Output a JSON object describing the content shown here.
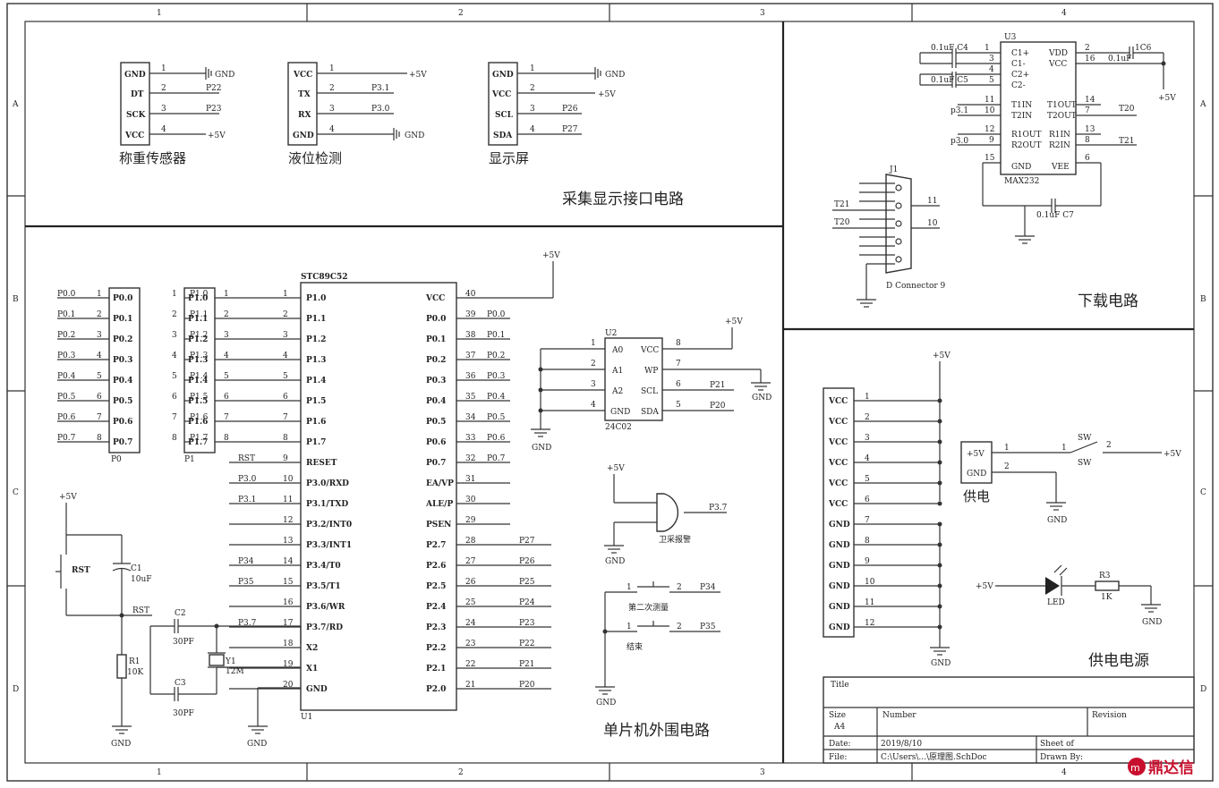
{
  "frame": {
    "columns": [
      "1",
      "2",
      "3",
      "4"
    ],
    "rows": [
      "A",
      "B",
      "C",
      "D"
    ]
  },
  "sections": {
    "interface": "采集显示接口电路",
    "download": "下载电路",
    "mcu": "单片机外围电路",
    "power": "供电电源"
  },
  "headers": [
    {
      "caption": "称重传感器",
      "pins": [
        "GND",
        "DT",
        "SCK",
        "VCC"
      ],
      "nets": [
        "GND",
        "P22",
        "P23",
        "+5V"
      ]
    },
    {
      "caption": "液位检测",
      "pins": [
        "VCC",
        "TX",
        "RX",
        "GND"
      ],
      "nets": [
        "+5V",
        "P3.1",
        "P3.0",
        "GND"
      ]
    },
    {
      "caption": "显示屏",
      "pins": [
        "GND",
        "VCC",
        "SCL",
        "SDA"
      ],
      "nets": [
        "GND",
        "+5V",
        "P26",
        "P27"
      ]
    }
  ],
  "max232": {
    "ref": "U3",
    "part": "MAX232",
    "left": [
      "C1+",
      "C1-",
      "C2+",
      "C2-",
      "T1IN",
      "T2IN",
      "R1OUT",
      "R2OUT",
      "GND"
    ],
    "left_nums": [
      "1",
      "3",
      "4",
      "5",
      "11",
      "10",
      "12",
      "9",
      "15"
    ],
    "right": [
      "VDD",
      "VCC",
      "T1OUT",
      "T2OUT",
      "R1IN",
      "R2IN",
      "VEE"
    ],
    "right_nums": [
      "2",
      "16",
      "14",
      "7",
      "13",
      "8",
      "6"
    ],
    "caps": [
      "0.1uF C4",
      "0.1uF C5",
      "1C6",
      "0.1uF",
      "0.1uF C7"
    ],
    "nets": [
      "p3.1",
      "p3.0",
      "T20",
      "T21",
      "+5V"
    ]
  },
  "db9": {
    "ref": "J1",
    "name": "D Connector 9",
    "pins": [
      "11",
      "10"
    ],
    "nets": [
      "T21",
      "T20"
    ]
  },
  "p0": {
    "ref": "P0",
    "pins": [
      "P0.0",
      "P0.1",
      "P0.2",
      "P0.3",
      "P0.4",
      "P0.5",
      "P0.6",
      "P0.7"
    ],
    "nums": [
      "1",
      "2",
      "3",
      "4",
      "5",
      "6",
      "7",
      "8"
    ]
  },
  "p1": {
    "ref": "P1",
    "pins": [
      "P1.0",
      "P1.1",
      "P1.2",
      "P1.3",
      "P1.4",
      "P1.5",
      "P1.6",
      "P1.7"
    ],
    "nums": [
      "1",
      "2",
      "3",
      "4",
      "5",
      "6",
      "7",
      "8"
    ]
  },
  "mcu": {
    "part": "STC89C52",
    "ref": "U1",
    "left": [
      "P1.0",
      "P1.1",
      "P1.2",
      "P1.3",
      "P1.4",
      "P1.5",
      "P1.6",
      "P1.7",
      "RESET",
      "P3.0/RXD",
      "P3.1/TXD",
      "P3.2/INT0",
      "P3.3/INT1",
      "P3.4/T0",
      "P3.5/T1",
      "P3.6/WR",
      "P3.7/RD",
      "X2",
      "X1",
      "GND"
    ],
    "left_nums": [
      "1",
      "2",
      "3",
      "4",
      "5",
      "6",
      "7",
      "8",
      "9",
      "10",
      "11",
      "12",
      "13",
      "14",
      "15",
      "16",
      "17",
      "18",
      "19",
      "20"
    ],
    "left_nets": [
      "",
      "",
      "",
      "",
      "",
      "",
      "",
      "",
      "RST",
      "P3.0",
      "P3.1",
      "",
      "",
      "P34",
      "P35",
      "",
      "P3.7",
      "",
      "",
      ""
    ],
    "right": [
      "VCC",
      "P0.0",
      "P0.1",
      "P0.2",
      "P0.3",
      "P0.4",
      "P0.5",
      "P0.6",
      "P0.7",
      "EA/VP",
      "ALE/P",
      "PSEN",
      "P2.7",
      "P2.6",
      "P2.5",
      "P2.4",
      "P2.3",
      "P2.2",
      "P2.1",
      "P2.0"
    ],
    "right_nums": [
      "40",
      "39",
      "38",
      "37",
      "36",
      "35",
      "34",
      "33",
      "32",
      "31",
      "30",
      "29",
      "28",
      "27",
      "26",
      "25",
      "24",
      "23",
      "22",
      "21"
    ],
    "right_nets": [
      "",
      "P0.0",
      "P0.1",
      "P0.2",
      "P0.3",
      "P0.4",
      "P0.5",
      "P0.6",
      "P0.7",
      "",
      "",
      "",
      "P27",
      "P26",
      "P25",
      "P24",
      "P23",
      "P22",
      "P21",
      "P20"
    ]
  },
  "eeprom": {
    "ref": "U2",
    "part": "24C02",
    "left": [
      "A0",
      "A1",
      "A2",
      "GND"
    ],
    "left_nums": [
      "1",
      "2",
      "3",
      "4"
    ],
    "right": [
      "VCC",
      "WP",
      "SCL",
      "SDA"
    ],
    "right_nums": [
      "8",
      "7",
      "6",
      "5"
    ],
    "nets": [
      "P21",
      "P20"
    ]
  },
  "buzzer": {
    "label": "卫采报警",
    "net": "P3.7"
  },
  "buttons": [
    {
      "label": "第二次测量",
      "net": "P34",
      "pins": [
        "1",
        "2"
      ]
    },
    {
      "label": "结束",
      "net": "P35",
      "pins": [
        "1",
        "2"
      ]
    }
  ],
  "reset": {
    "button": "RST",
    "cap": "C1",
    "cap_val": "10uF",
    "res": "R1",
    "res_val": "10K",
    "net": "RST"
  },
  "crystal": {
    "ref": "Y1",
    "val": "12M",
    "c2": "C2",
    "c3": "C3",
    "cval": "30PF"
  },
  "power_header": {
    "pins": [
      "VCC",
      "VCC",
      "VCC",
      "VCC",
      "VCC",
      "VCC",
      "GND",
      "GND",
      "GND",
      "GND",
      "GND",
      "GND"
    ],
    "nums": [
      "1",
      "2",
      "3",
      "4",
      "5",
      "6",
      "7",
      "8",
      "9",
      "10",
      "11",
      "12"
    ]
  },
  "supply": {
    "pins": [
      "+5V",
      "GND"
    ],
    "nums": [
      "1",
      "2"
    ],
    "caption": "供电",
    "switch": "SW",
    "sw_pins": [
      "1",
      "2"
    ]
  },
  "led": {
    "label": "LED",
    "res": "R3",
    "res_val": "1K"
  },
  "labels": {
    "gnd": "GND",
    "vcc": "+5V"
  },
  "title_block": {
    "title": "Title",
    "size": "Size",
    "size_val": "A4",
    "number": "Number",
    "revision": "Revision",
    "date": "Date:",
    "date_val": "2019/8/10",
    "file": "File:",
    "file_val": "C:\\Users\\...\\原理图.SchDoc",
    "sheet": "Sheet of",
    "drawn": "Drawn By:"
  },
  "watermark": "鼎达信"
}
